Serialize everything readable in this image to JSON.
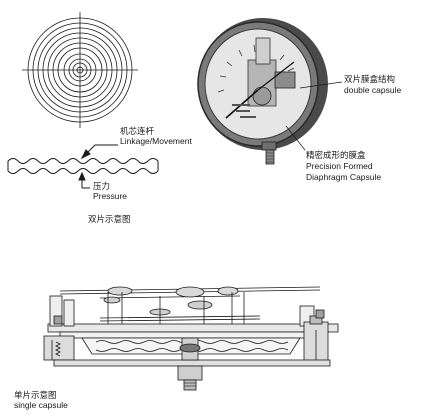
{
  "labels": {
    "movement_cn": "机芯连杆",
    "movement_en": "Linkage/Movement",
    "pressure_cn": "压力",
    "pressure_en": "Pressure",
    "double_diagram_cn": "双片示意图",
    "double_capsule_cn": "双片膜盒结构",
    "double_capsule_en": "double capsule",
    "precision_cn": "精密成形的膜盒",
    "precision_en_1": "Precision Formed",
    "precision_en_2": "Diaphragm Capsule",
    "single_diagram_cn": "单片示意图",
    "single_diagram_en": "single capsule"
  },
  "colors": {
    "ink": "#1a1a1a",
    "gauge_rim": "#6f6f6f",
    "gauge_face": "#e9e9e9",
    "brass": "#8a8a8a"
  }
}
